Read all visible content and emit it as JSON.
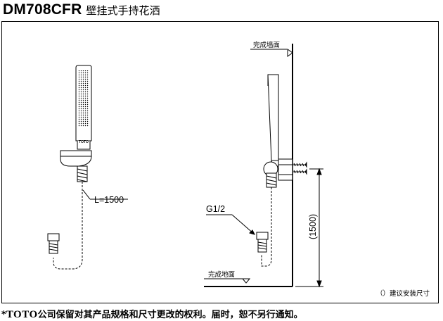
{
  "header": {
    "model": "DM708CFR",
    "product_name": "壁挂式手持花洒"
  },
  "drawing": {
    "hose_length_label": "L=1500",
    "thread_label": "G1/2",
    "finished_wall_label": "完成墙面",
    "finished_floor_label": "完成地面",
    "height_dimension": "(1500)",
    "brand_mark": "TOTO",
    "legend_note": "（）建议安装尺寸"
  },
  "footer": {
    "asterisk": "*",
    "brand": "TOTO",
    "notice": "公司保留对其产品规格和尺寸更改的权利。届时，恕不另行通知。"
  }
}
